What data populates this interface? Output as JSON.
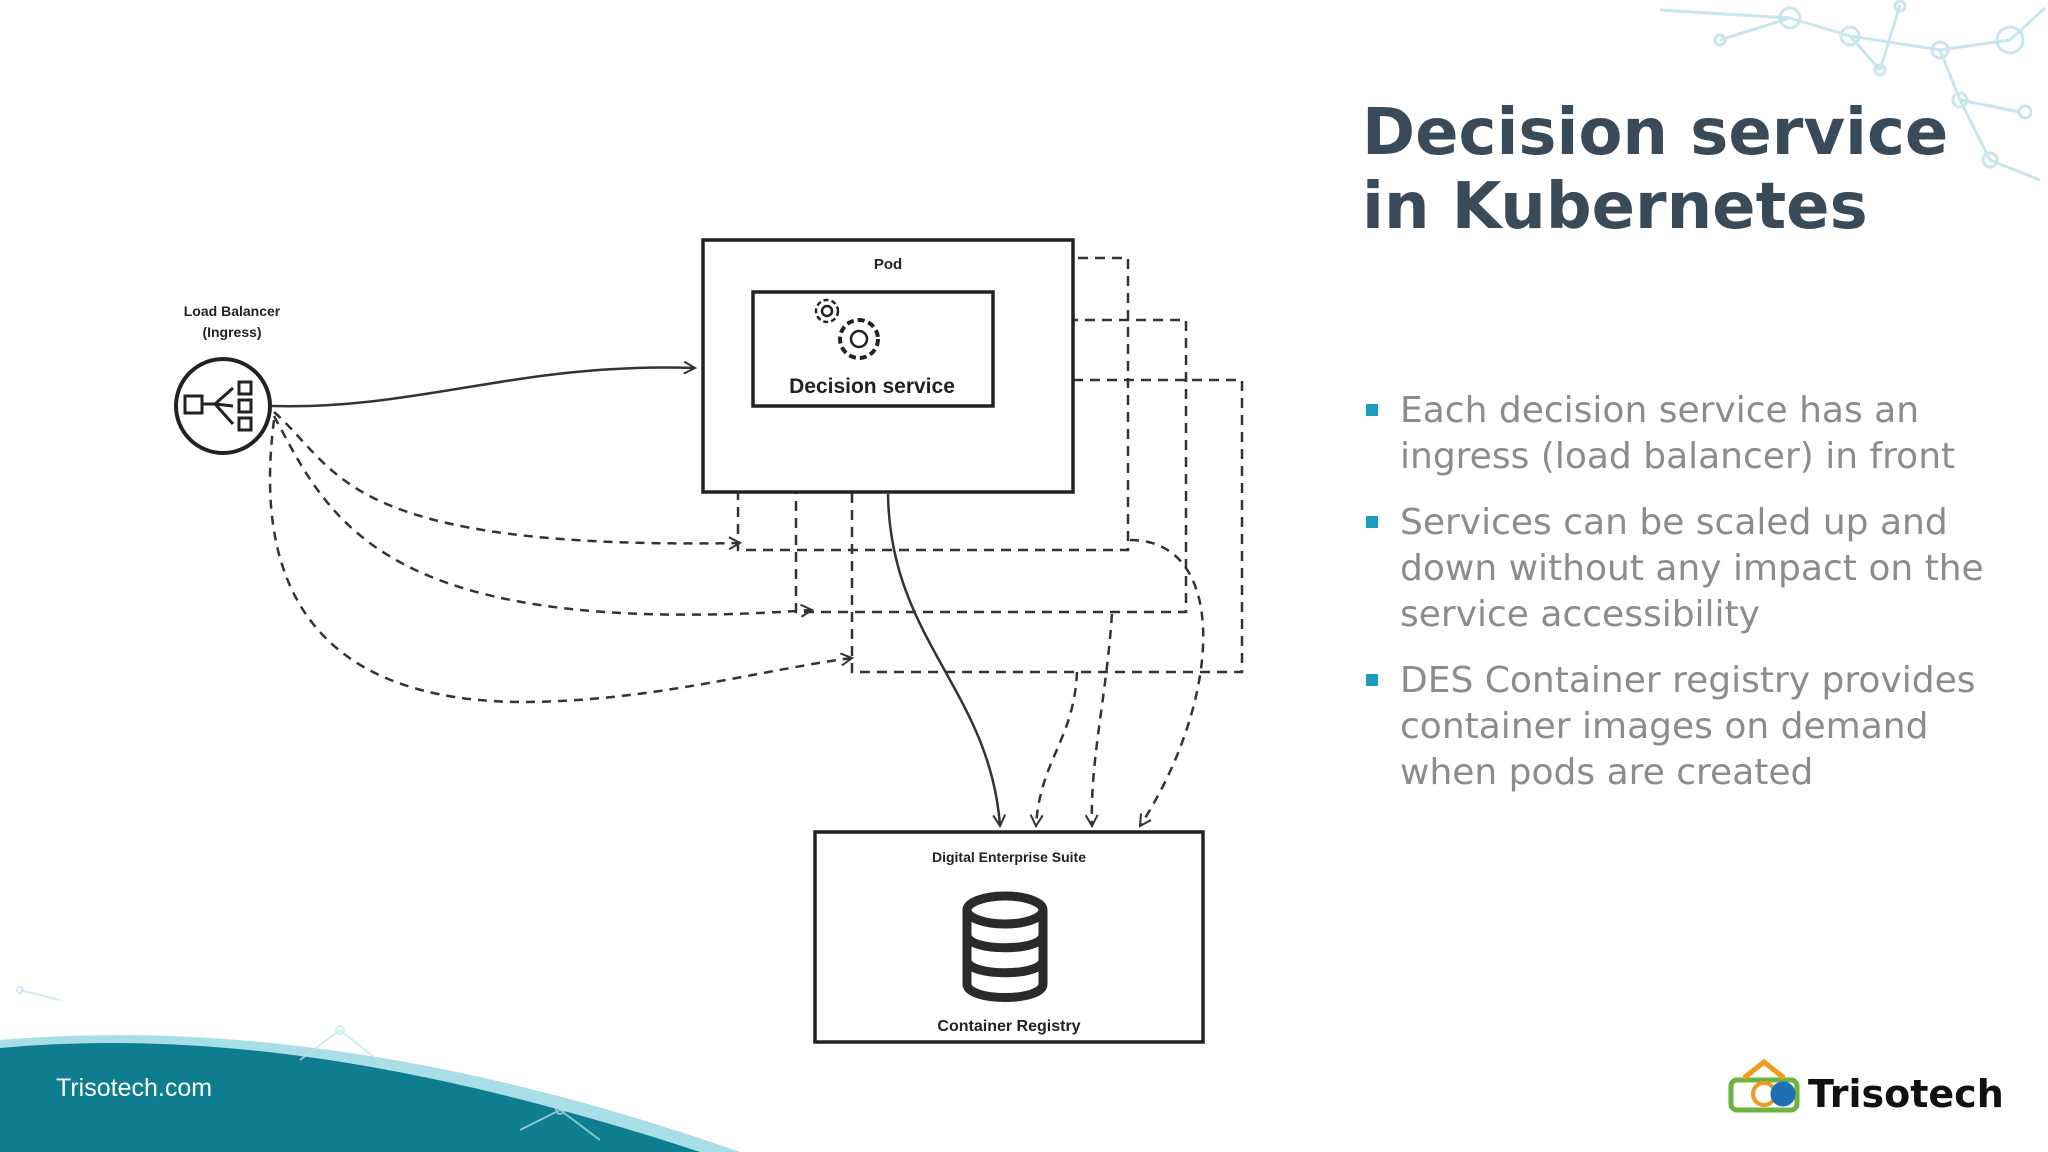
{
  "slide": {
    "title_line1": "Decision service",
    "title_line2": "in Kubernetes",
    "bullets": [
      "Each decision service has an ingress (load balancer) in front",
      "Services can be scaled up and down without any impact on the service accessibility",
      "DES Container registry provides container images on demand when pods are created"
    ],
    "footer_url": "Trisotech.com",
    "logo_text": "Trisotech"
  },
  "diagram": {
    "load_balancer_line1": "Load Balancer",
    "load_balancer_line2": "(Ingress)",
    "pod_label": "Pod",
    "decision_service_label": "Decision service",
    "des_label": "Digital Enterprise Suite",
    "registry_label": "Container Registry"
  },
  "colors": {
    "title": "#394a59",
    "bullet_text": "#8c8c8c",
    "bullet_marker": "#1b9cb8",
    "wave_dark": "#0e7d8f",
    "wave_light": "#5fc3d6",
    "logo_orange": "#f29a1f",
    "logo_green": "#6cb33f",
    "logo_blue": "#1f6fb5"
  },
  "icons": [
    "load-balancer-icon",
    "gears-icon",
    "database-icon",
    "network-decoration",
    "trisotech-logo-icon"
  ]
}
